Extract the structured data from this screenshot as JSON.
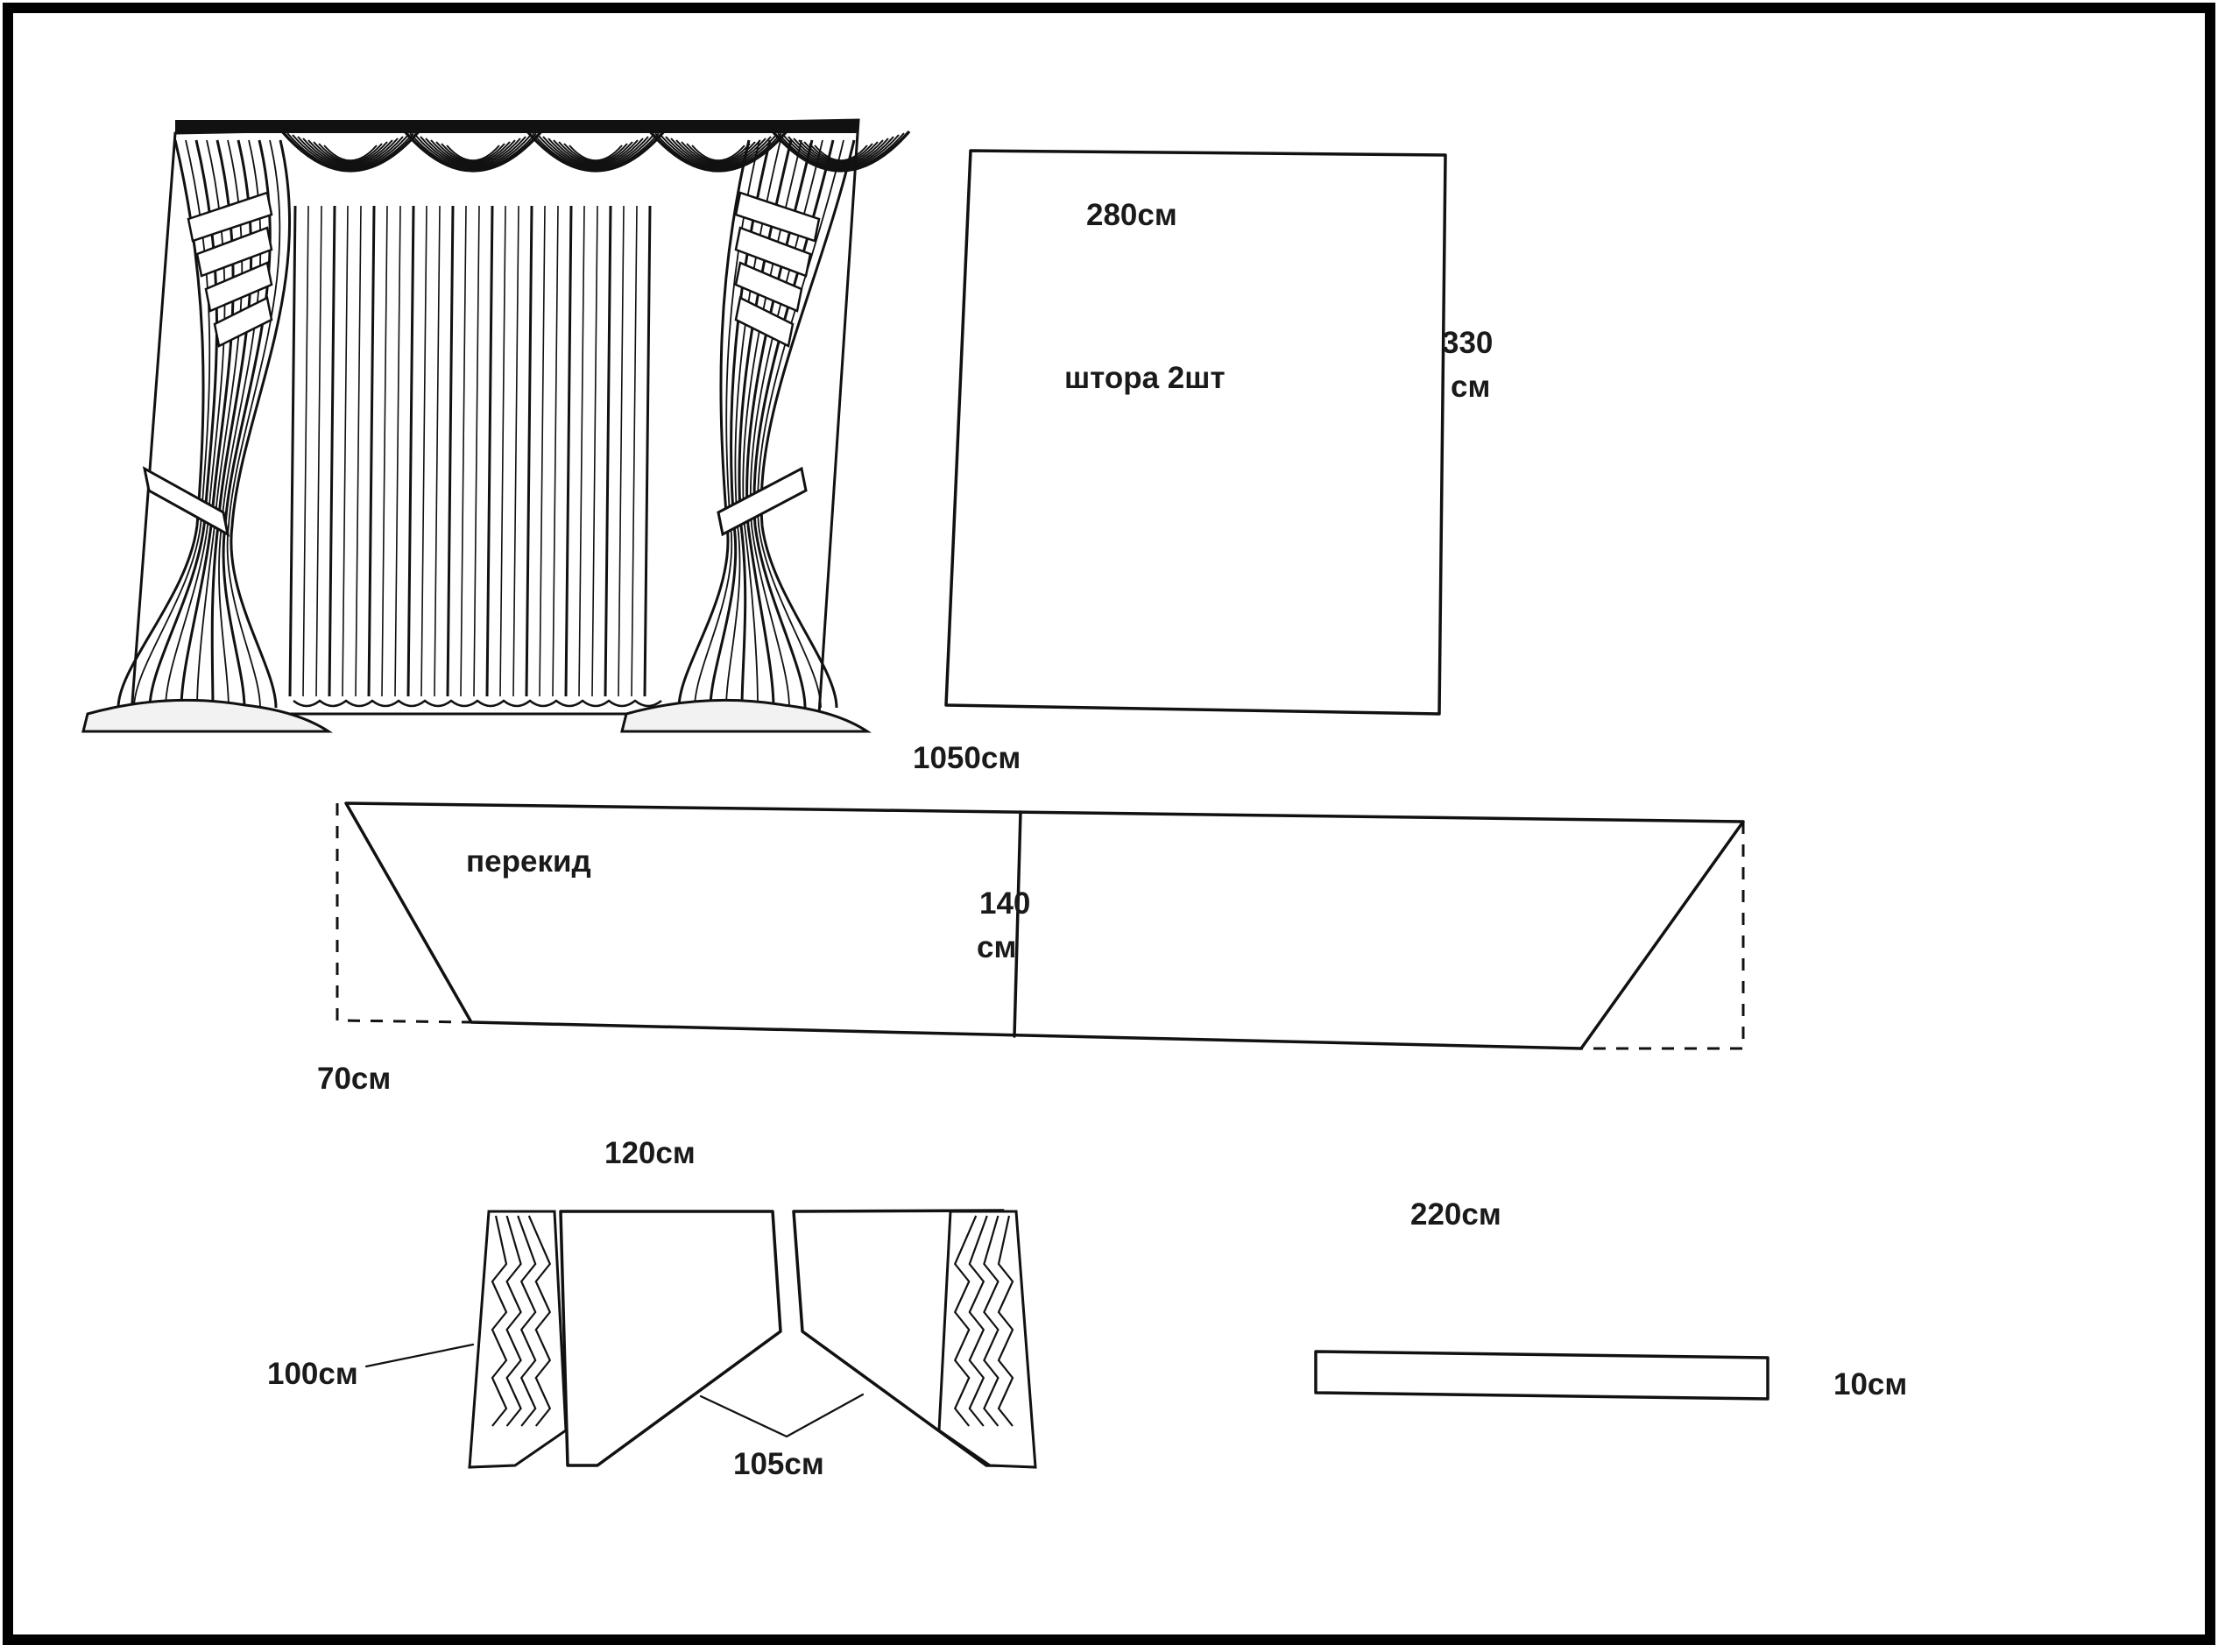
{
  "labels": {
    "curtain_width": "280см",
    "curtain_height_num": "330",
    "curtain_height_unit": "см",
    "curtain_name": "штора 2шт",
    "drape_length": "1050см",
    "drape_name": "перекид",
    "drape_height_num": "140",
    "drape_height_unit": "см",
    "drape_offset": "70см",
    "swag_width": "120см",
    "jabot_length": "100см",
    "swag_depth": "105см",
    "tie_length": "220см",
    "tie_width": "10см"
  },
  "colors": {
    "ink": "#111111",
    "paper": "#ffffff"
  }
}
